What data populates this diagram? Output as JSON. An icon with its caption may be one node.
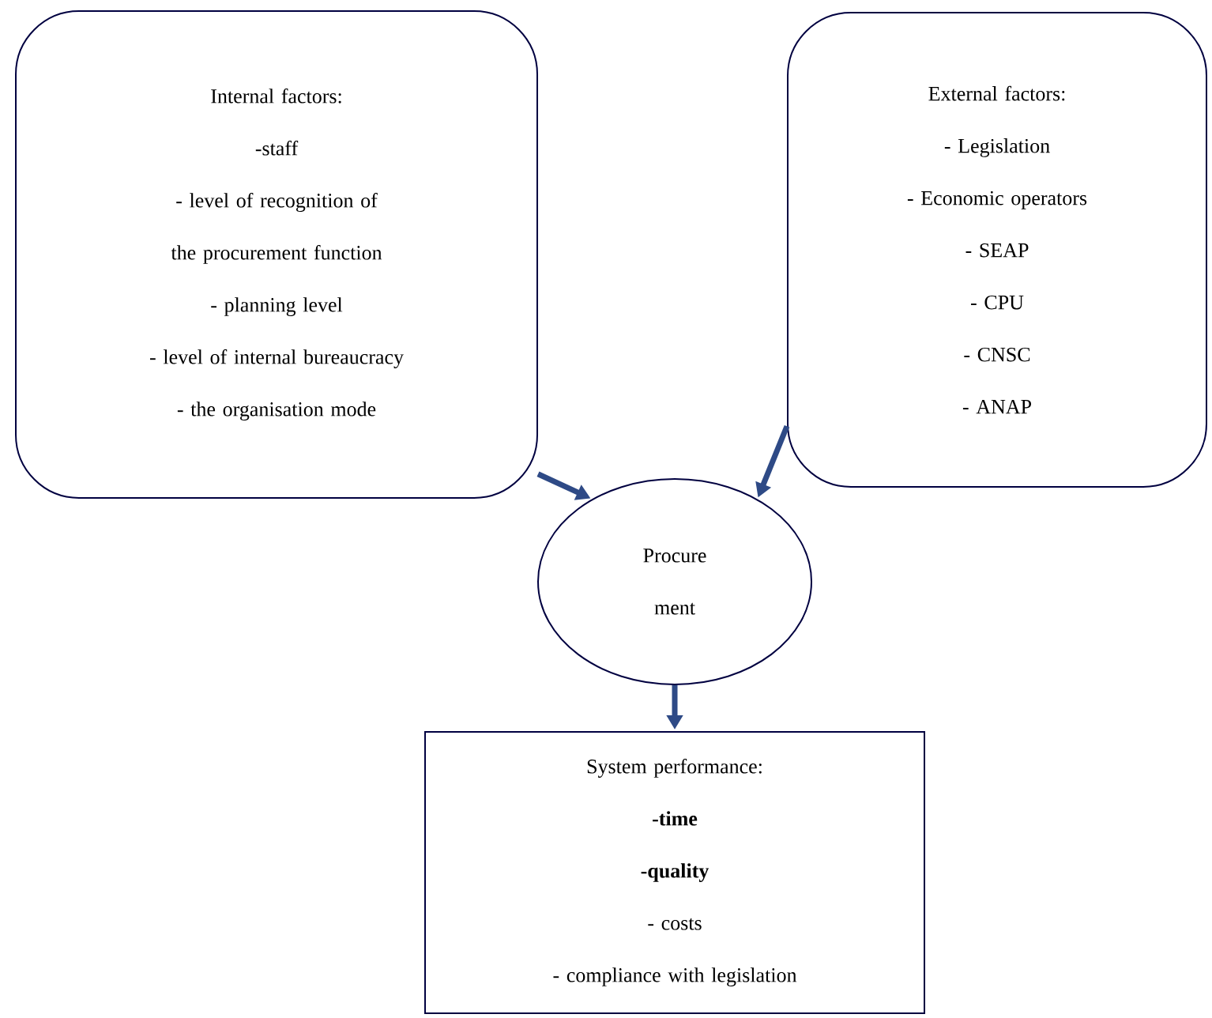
{
  "diagram": {
    "nodes": [
      {
        "text": [
          "Internal factors:",
          "-staff",
          "- level of recognition of the procurement function",
          "- planning level",
          "- level of internal bureaucracy",
          "- the organisation mode"
        ]
      },
      {
        "text": [
          "External factors:",
          "- Legislation",
          "- Economic operators",
          "- SEAP",
          "- CPU",
          "- CNSC",
          "- ANAP"
        ]
      },
      {
        "text": [
          "Procure ment"
        ]
      },
      {
        "text": [
          "System performance:",
          "**-time**",
          "**-quality**",
          "- costs",
          "- compliance with legislation"
        ]
      }
    ],
    "edges": [
      {
        "from": 0,
        "to": 2,
        "arrow": "to"
      },
      {
        "from": 1,
        "to": 2,
        "arrow": "to"
      },
      {
        "from": 2,
        "to": 3,
        "arrow": "to"
      }
    ]
  }
}
